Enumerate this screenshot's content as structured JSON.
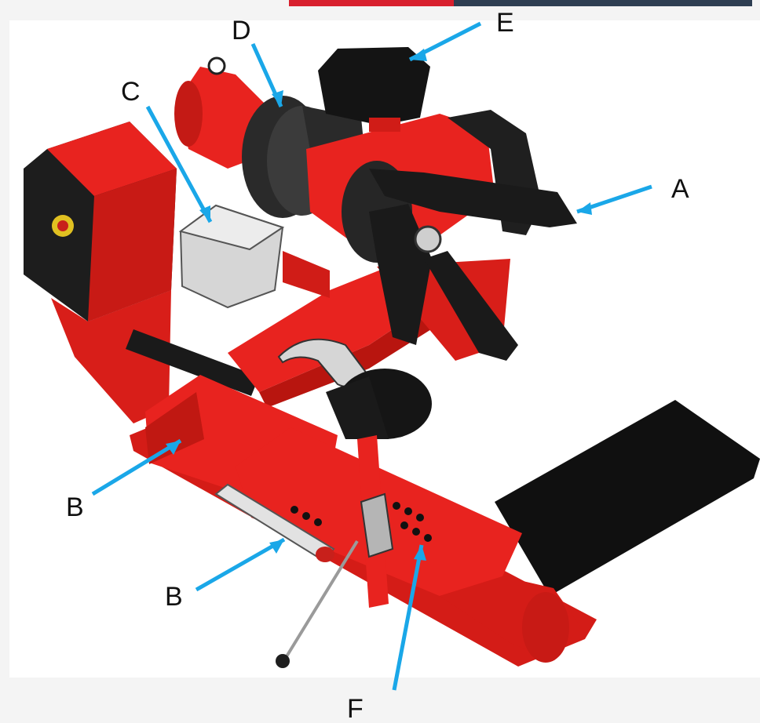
{
  "header_bar": {
    "left_color": "#d8202e",
    "right_color": "#2e3e52"
  },
  "colors": {
    "machine_red": "#e8231f",
    "machine_red_dark": "#b5140f",
    "machine_black": "#161616",
    "pointer_blue": "#1aa7e8",
    "box_grey": "#d6d6d6"
  },
  "callouts": [
    {
      "id": "A",
      "text": "A"
    },
    {
      "id": "B1",
      "text": "B"
    },
    {
      "id": "B2",
      "text": "B"
    },
    {
      "id": "C",
      "text": "C"
    },
    {
      "id": "D",
      "text": "D"
    },
    {
      "id": "E",
      "text": "E"
    },
    {
      "id": "F",
      "text": "F"
    }
  ]
}
